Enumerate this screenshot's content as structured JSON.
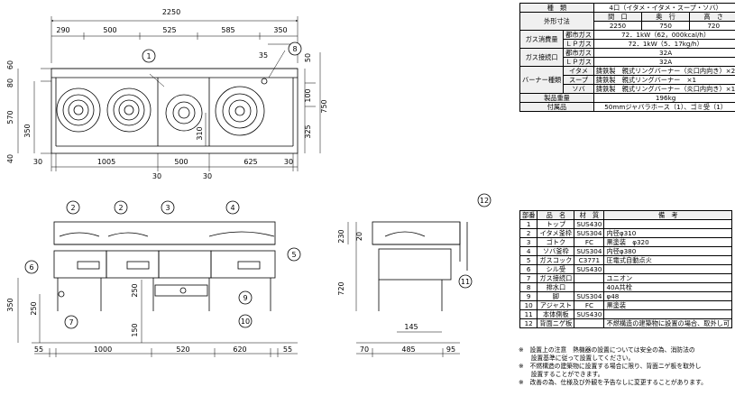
{
  "top_view": {
    "overall_width": "2250",
    "top_segments": [
      "290",
      "500",
      "525",
      "585",
      "350"
    ],
    "bottom_segments": [
      "30",
      "1005",
      "500",
      "625",
      "30"
    ],
    "extra_30": "30",
    "right_35": "35",
    "right_50": "50",
    "right_100": "100",
    "right_325": "325",
    "right_750": "750",
    "left_60": "60",
    "left_80": "80",
    "left_570": "570",
    "left_350": "350",
    "left_40": "40",
    "center_310": "310"
  },
  "front_view": {
    "bottom_dims": [
      "55",
      "1000",
      "520",
      "620",
      "55"
    ],
    "left_350": "350",
    "left_250": "250",
    "mid_250": "250",
    "mid_150": "150"
  },
  "side_view": {
    "dim_230": "230",
    "dim_20": "20",
    "dim_720": "720",
    "dim_145": "145",
    "bottom_dims": [
      "70",
      "485",
      "95"
    ]
  },
  "callouts": [
    "1",
    "2",
    "3",
    "4",
    "5",
    "6",
    "7",
    "8",
    "9",
    "10",
    "11",
    "12"
  ],
  "spec": {
    "r1": [
      "種　類",
      "4口（イタメ・イタメ・スープ・ソバ）"
    ],
    "r2_label": "外形寸法",
    "r2_heads": [
      "間　口",
      "奥　行",
      "高　さ"
    ],
    "r3_vals": [
      "2250",
      "750",
      "720"
    ],
    "gas_consumption_label": "ガス消費量",
    "city_gas": "都市ガス",
    "lp_gas": "ＬＰガス",
    "r4_val": "72．1kW（62，000kcal/h）",
    "r5_val": "72．1kW（5．17kg/h）",
    "gas_conn_label": "ガス接続口",
    "r6_val": "32A",
    "r7_val": "32A",
    "burner_label": "バーナー種類",
    "itame": "イタメ",
    "soup": "スープ",
    "soba": "ソバ",
    "r8_val": "鋳鉄製　親式リングバーナー（炎口内向き）×2",
    "r9_val": "鋳鉄製　親式リングバーナー　×1",
    "r10_val": "鋳鉄製　親式リングバーナー（炎口内向き）×1",
    "weight_label": "製品重量",
    "weight_val": "196kg",
    "acc_label": "付属品",
    "acc_val": "50mmジャバラホース（1）、ゴミ受（1）"
  },
  "parts": {
    "headers": [
      "部番",
      "品　名",
      "材　質",
      "備　考"
    ],
    "rows": [
      [
        "1",
        "トップ",
        "SUS430",
        ""
      ],
      [
        "2",
        "イタメ釜枠",
        "SUS304",
        "内径φ310"
      ],
      [
        "3",
        "ゴトク",
        "FC",
        "黒塗装　φ320"
      ],
      [
        "4",
        "ソバ釜枠",
        "SUS304",
        "内径φ380"
      ],
      [
        "5",
        "ガスコック",
        "C3771",
        "圧電式自動点火"
      ],
      [
        "6",
        "シル受",
        "SUS430",
        ""
      ],
      [
        "7",
        "ガス接続口",
        "",
        "ユニオン"
      ],
      [
        "8",
        "排水口",
        "",
        "40A共栓"
      ],
      [
        "9",
        "脚",
        "SUS304",
        "φ48"
      ],
      [
        "10",
        "アジャスト",
        "FC",
        "黒塗装"
      ],
      [
        "11",
        "本体側板",
        "SUS430",
        ""
      ],
      [
        "12",
        "背面ニゲ板",
        "",
        "不燃構造の建築物に設置の場合、取外し可"
      ]
    ]
  },
  "notes": [
    "※　設置上の注意　熱機器の設置については安全の為、消防法の",
    "　　設置基準に従って設置してください。",
    "※　不燃構造の建築物に設置する場合に限り、背面ニゲ板を取外し",
    "　　設置することができます。",
    "※　改善の為、仕様及び外観を予告なしに変更することがあります。"
  ]
}
